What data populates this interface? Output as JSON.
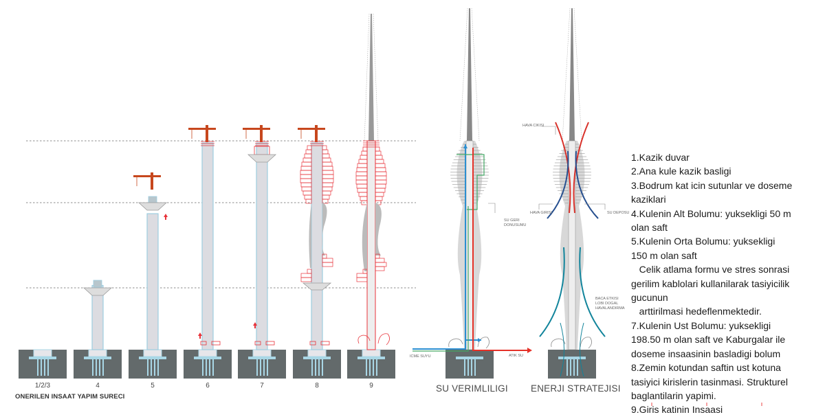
{
  "construction_process": {
    "caption": "ONERILEN INSAAT YAPIM SURECI",
    "stages": [
      {
        "label": "1/2/3",
        "tower_height_fraction": 0.0,
        "crane": false
      },
      {
        "label": "4",
        "tower_height_fraction": 0.17,
        "crane": false
      },
      {
        "label": "5",
        "tower_height_fraction": 0.36,
        "crane": true
      },
      {
        "label": "6",
        "tower_height_fraction": 0.55,
        "crane": true
      },
      {
        "label": "7",
        "tower_height_fraction": 0.55,
        "crane": true
      },
      {
        "label": "8",
        "tower_height_fraction": 0.55,
        "crane": true
      },
      {
        "label": "9",
        "tower_height_fraction": 1.0,
        "crane": false
      }
    ]
  },
  "water_efficiency": {
    "title": "SU VERIMLILIGI",
    "labels": {
      "recycling": [
        "SU GERI",
        "DONUSUMU"
      ],
      "drinking_water": "ICME SUYU",
      "waste_water": "ATIK SU"
    }
  },
  "energy_strategy": {
    "title": "ENERJI STRATEJISI",
    "labels": {
      "air_exhaust": "HAVA CIKISI",
      "air_intake": "HAVA GIRISI",
      "water_tank": "SU DEPOSU",
      "stack_effect": [
        "BACA ETKISI",
        "LOBI DOGAL",
        "HAVALANDIRMA"
      ]
    }
  },
  "notes": [
    "1.Kazik duvar",
    "2.Ana kule kazik basligi",
    "3.Bodrum kat icin sutunlar ve doseme",
    "kaziklari",
    "4.Kulenin Alt Bolumu: yuksekligi 50 m",
    "olan saft",
    "5.Kulenin Orta Bolumu: yuksekligi",
    "150 m olan saft",
    "   Celik atlama formu ve stres sonrasi",
    "gerilim kablolari kullanilarak tasiyicilik",
    "gucunun",
    "   arttirilmasi hedeflenmektedir.",
    "7.Kulenin Ust Bolumu: yuksekligi",
    "198.50 m olan saft ve Kaburgalar ile",
    "doseme insaasinin basladigi bolum",
    "8.Zemin kotundan saftin ust kotuna",
    "tasiyici kirislerin tasinmasi. Strukturel",
    "baglantilarin yapimi.",
    "9.Giris katinin Insaasi"
  ],
  "colors": {
    "ground": "#636a6b",
    "pile": "#a9d7e6",
    "shaft": "#dcdce1",
    "shaft_edge": "#9ccde0",
    "formwork": "#e8333a",
    "crane": "#c7471d",
    "water_blue": "#2b8fd1",
    "water_red": "#e53128",
    "water_green": "#43a765",
    "air_red": "#d8312a",
    "air_navy": "#264f8f",
    "air_teal": "#11849b"
  }
}
